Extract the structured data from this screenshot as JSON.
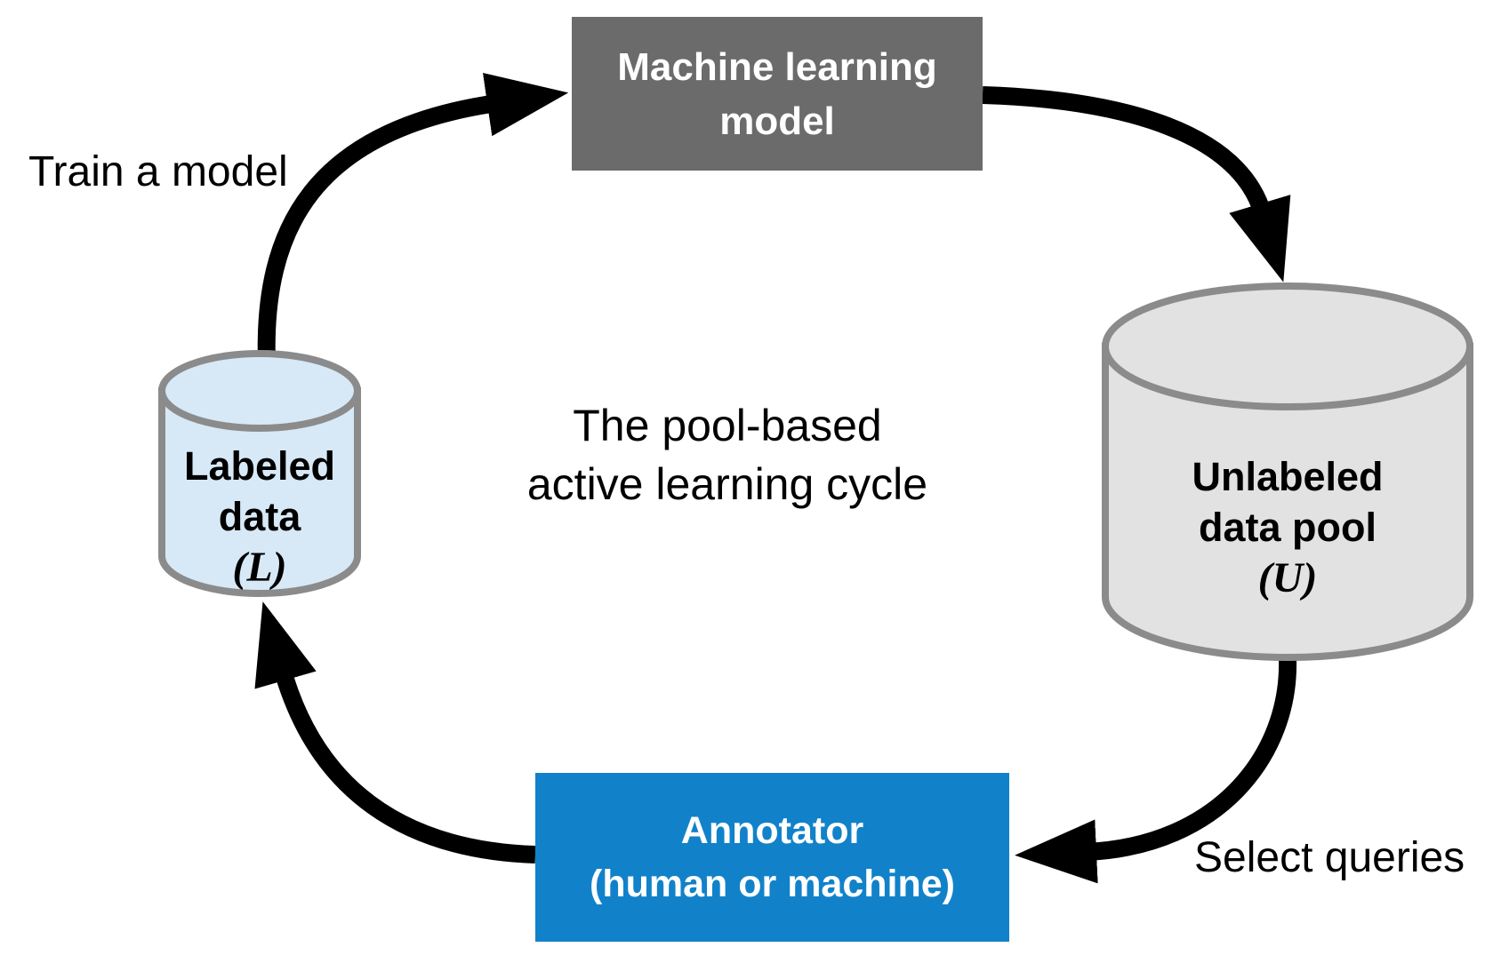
{
  "title": {
    "line1": "The pool-based",
    "line2": "active learning cycle"
  },
  "nodes": {
    "model": {
      "line1": "Machine learning",
      "line2": "model"
    },
    "annotator": {
      "line1": "Annotator",
      "line2": "(human or machine)"
    },
    "labeled_data": {
      "line1": "Labeled",
      "line2": "data",
      "symbol": "(L)"
    },
    "unlabeled_pool": {
      "line1": "Unlabeled",
      "line2": "data pool",
      "symbol": "(U)"
    }
  },
  "edges": {
    "train_label": "Train a model",
    "select_label": "Select queries"
  },
  "colors": {
    "model_box": "#6b6b6b",
    "annotator_box": "#1182c9",
    "labeled_cylinder_fill": "#d7e9f7",
    "unlabeled_cylinder_fill": "#e2e2e2",
    "cylinder_stroke": "#8b8b8b",
    "arrow": "#000000",
    "text_dark": "#000000",
    "text_light": "#ffffff"
  }
}
